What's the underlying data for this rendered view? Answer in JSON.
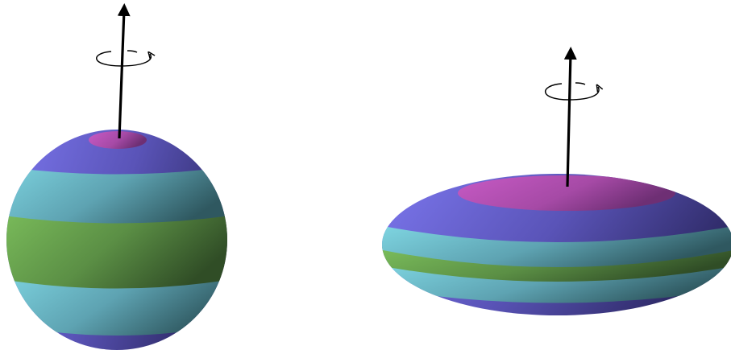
{
  "figure": {
    "panels": [
      {
        "id": "sphere",
        "shape": "sphere",
        "rotation_indicator": "counterclockwise-arrow",
        "axis": "vertical-arrow-up",
        "bands_top_to_bottom": [
          "magenta-cap",
          "violet",
          "cyan",
          "green",
          "cyan",
          "violet"
        ]
      },
      {
        "id": "oblate-spheroid",
        "shape": "oblate-spheroid",
        "rotation_indicator": "counterclockwise-arrow",
        "axis": "vertical-arrow-up",
        "bands_top_to_bottom": [
          "magenta-cap",
          "violet",
          "cyan",
          "green",
          "cyan",
          "violet"
        ]
      }
    ],
    "colors": {
      "magenta": "#b04fb0",
      "violet": "#6d68d8",
      "cyan": "#68bccb",
      "green": "#6aa752",
      "axis": "#000000",
      "background": "#ffffff"
    }
  }
}
